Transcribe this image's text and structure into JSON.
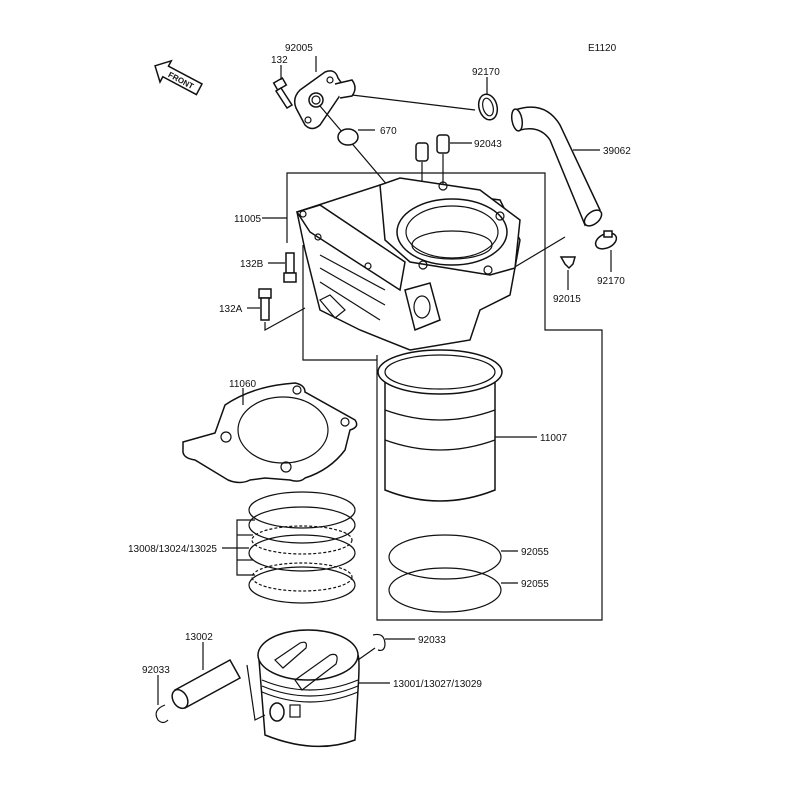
{
  "diagram": {
    "code": "E1120",
    "front_label": "FRONT",
    "callouts": {
      "bolt_132": "132",
      "fitting_92005": "92005",
      "clamp_92170_top": "92170",
      "oring_670": "670",
      "dowel_92043": "92043",
      "hose_39062": "39062",
      "cylinder_11005": "11005",
      "bolt_132b": "132B",
      "bolt_132a": "132A",
      "plug_92015": "92015",
      "clamp_92170_right": "92170",
      "gasket_11060": "11060",
      "liner_11007": "11007",
      "rings_13008": "13008/13024/13025",
      "oring_92055_a": "92055",
      "oring_92055_b": "92055",
      "pin_13002": "13002",
      "clip_92033_left": "92033",
      "clip_92033_right": "92033",
      "piston_13001": "13001/13027/13029"
    }
  }
}
